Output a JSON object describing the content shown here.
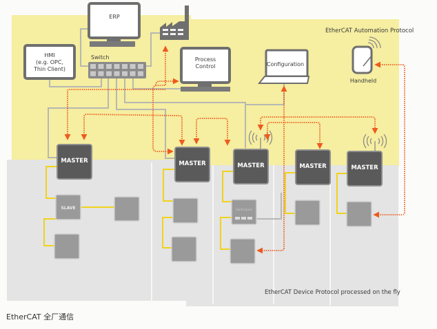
{
  "zones": {
    "automation_label": "EtherCAT Automation Protocol",
    "device_label": "EtherCAT Device Protocol processed on the fly"
  },
  "devices": {
    "erp": "ERP",
    "hmi": [
      "HMI",
      "(e.g. OPC,",
      "Thin Client)"
    ],
    "switch": "Switch",
    "process_control": [
      "Process",
      "Control"
    ],
    "configuration": "Configuration",
    "handheld": "Handheld",
    "factory_icon": "factory-icon"
  },
  "masters": [
    "MASTER",
    "MASTER",
    "MASTER",
    "MASTER",
    "MASTER"
  ],
  "slave_label": "SLAVE",
  "switchport_label": "Switchport",
  "caption": "EtherCAT 全厂通信",
  "colors": {
    "automation_zone": "#f6eea0",
    "device_zone": "#e3e4e3",
    "device_gray": "#6f6f6f",
    "master_fill": "#5a5a5a",
    "slave_fill": "#9a9a9a",
    "ethercat_line": "#f1d21c",
    "ethernet_line": "#b5b8b3",
    "arrow": "#ee5a1e"
  }
}
